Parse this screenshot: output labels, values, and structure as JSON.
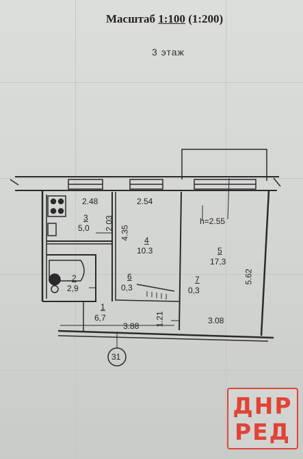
{
  "header": {
    "scale_prefix": "Масштаб",
    "scale_main": "1:100",
    "scale_alt": "(1:200)",
    "floor": "3 этаж"
  },
  "rooms": [
    {
      "number": "1",
      "area": "6,7"
    },
    {
      "number": "2",
      "area": "2,9"
    },
    {
      "number": "3",
      "area": "5,0"
    },
    {
      "number": "4",
      "area": "10.3"
    },
    {
      "number": "5",
      "area": "17,3"
    },
    {
      "number": "6",
      "area": "0,3"
    },
    {
      "number": "7",
      "area": "0,3"
    }
  ],
  "dimensions": {
    "kitchen_width": "2.48",
    "kitchen_depth": "2.03",
    "room4_width": "2.54",
    "room4_depth": "4.35",
    "ceiling_height": "h=2.55",
    "room5_depth": "5.62",
    "hall_width": "3.88",
    "hall_depth": "1.21",
    "room5_width": "3.08"
  },
  "axis_marker": "31",
  "logo": {
    "line1": "ДНР",
    "line2": "РЕД"
  }
}
